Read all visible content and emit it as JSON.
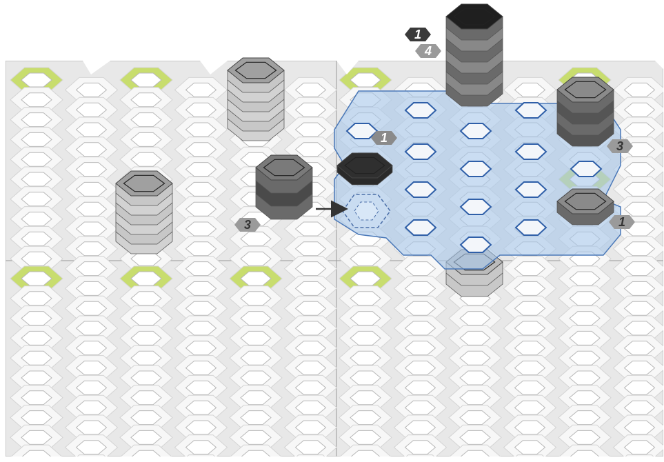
{
  "game": {
    "colors": {
      "board_base": "#e8e8e8",
      "cell_rim": "#f7f7f7",
      "cell_hole": "#ffffff",
      "cell_outline": "#b8b8b8",
      "green_cell": "#c8dd6e",
      "overlay_fill": "#a9c8ea",
      "overlay_stroke": "#4a78b8",
      "tile_dark": "#2e2e2e",
      "tile_mid": "#6a6a6a",
      "tile_light": "#c7c7c7",
      "label_fill": "#9a9a9a",
      "label_dark": "#3a3a3a"
    },
    "move_arrow": "arrow-right",
    "labels": {
      "top_dark": "1",
      "top_light": "4",
      "mid_left": "1",
      "right_upper": "3",
      "left_stack": "3",
      "right_lower": "1"
    }
  }
}
